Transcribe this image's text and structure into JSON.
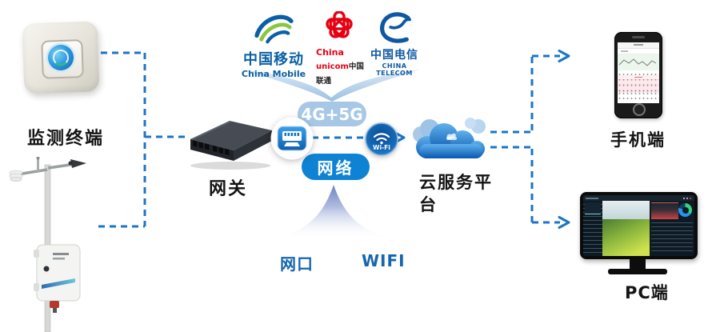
{
  "diagram": {
    "terminal": {
      "label": "监测终端"
    },
    "gateway": {
      "label": "网关"
    },
    "cloud": {
      "label": "云服务平台"
    },
    "phone": {
      "label": "手机端"
    },
    "pc": {
      "label": "PC端"
    },
    "network": {
      "top_pill": "4G+5G",
      "bottom_pill": "网络",
      "port_label": "网口",
      "wifi_label": "WIFI",
      "wifi_icon_text": "Wi-Fi"
    },
    "carriers": {
      "mobile": {
        "cn": "中国移动",
        "en": "China Mobile"
      },
      "unicom": {
        "en1": "China",
        "en2": "unicom",
        "cn": "中国联通"
      },
      "telecom": {
        "cn": "中国电信",
        "en": "CHINA TELECOM"
      }
    },
    "colors": {
      "connector_blue": "#1b75c6",
      "top_pill_bg": "#a6c8e6",
      "bottom_pill_bg": "#0e82d3",
      "blue_label": "#1566ad",
      "mobile_blue": "#0a5fa5",
      "unicom_red": "#e60012",
      "telecom_blue": "#0e57a3"
    }
  }
}
